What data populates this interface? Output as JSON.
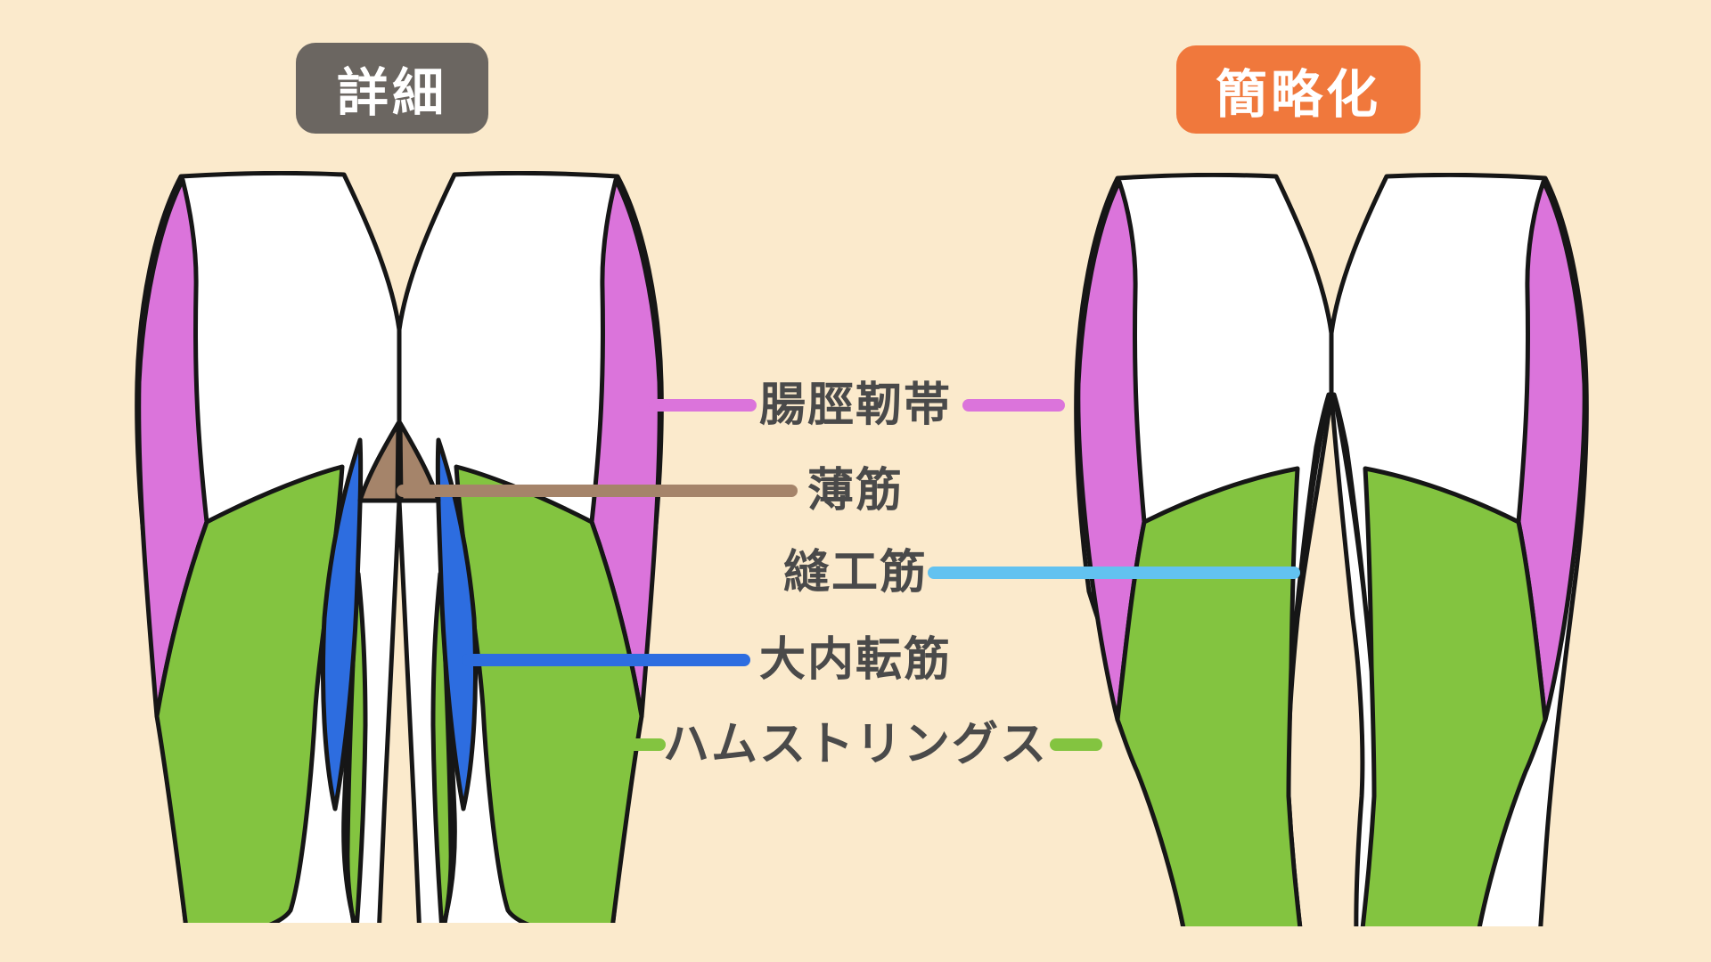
{
  "page": {
    "background_color": "#FBEACC",
    "outline_color": "#161616",
    "label_text_color": "#4A4A4A",
    "description": "Back-of-thigh muscle diagram, detailed vs simplified"
  },
  "badges": {
    "detailed": {
      "label": "詳細",
      "bg_color": "#6B6661",
      "text_color": "#FFFFFF"
    },
    "simplified": {
      "label": "簡略化",
      "bg_color": "#F0783C",
      "text_color": "#FFFFFF"
    }
  },
  "muscles": {
    "itb": {
      "label": "腸脛靭帯",
      "color": "#DB74DB"
    },
    "gracilis": {
      "label": "薄筋",
      "color": "#A5846A"
    },
    "sartorius": {
      "label": "縫工筋",
      "color": "#62C2F0"
    },
    "adductor_magnus": {
      "label": "大内転筋",
      "color": "#2D6DE0"
    },
    "hamstrings": {
      "label": "ハムストリングス",
      "color": "#83C440"
    }
  }
}
